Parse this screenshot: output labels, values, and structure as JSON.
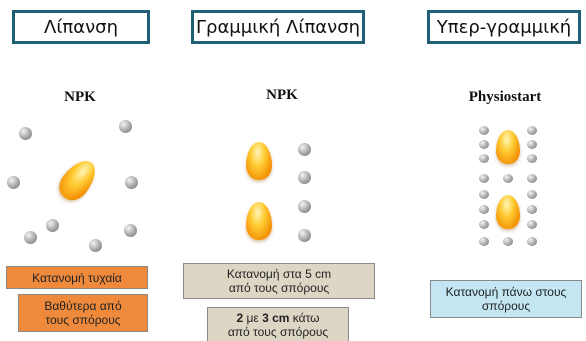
{
  "headers": {
    "broadcast": "Λίπανση",
    "band": "Γραμμική Λίπανση",
    "hyperlinear": "Υπερ-γραμμική"
  },
  "panels": {
    "broadcast": {
      "title": "NPK",
      "box1": "Κατανομή τυχαία",
      "box2_line1": "Βαθύτερα από",
      "box2_line2": "τους σπόρους"
    },
    "band": {
      "title": "NPK",
      "box1_line1": "Κατανομή στα 5 cm",
      "box1_line2": "από τους σπόρους",
      "box2_bold": "2",
      "box2_mid": " με ",
      "box2_bold2": "3 cm",
      "box2_rest": " κάτω",
      "box2_line2": "από τους σπόρους"
    },
    "hyperlinear": {
      "title": "Physiostart",
      "box1_line1": "Κατανομή πάνω στους",
      "box1_line2": "σπόρους"
    }
  },
  "colors": {
    "header_border": "#1f5f74",
    "orange_box": "#ef8a3c",
    "beige_box": "#ddd6c5",
    "blue_box": "#c3e6f2",
    "seed": "#f5a300",
    "pellet": "#9a9a9a"
  }
}
